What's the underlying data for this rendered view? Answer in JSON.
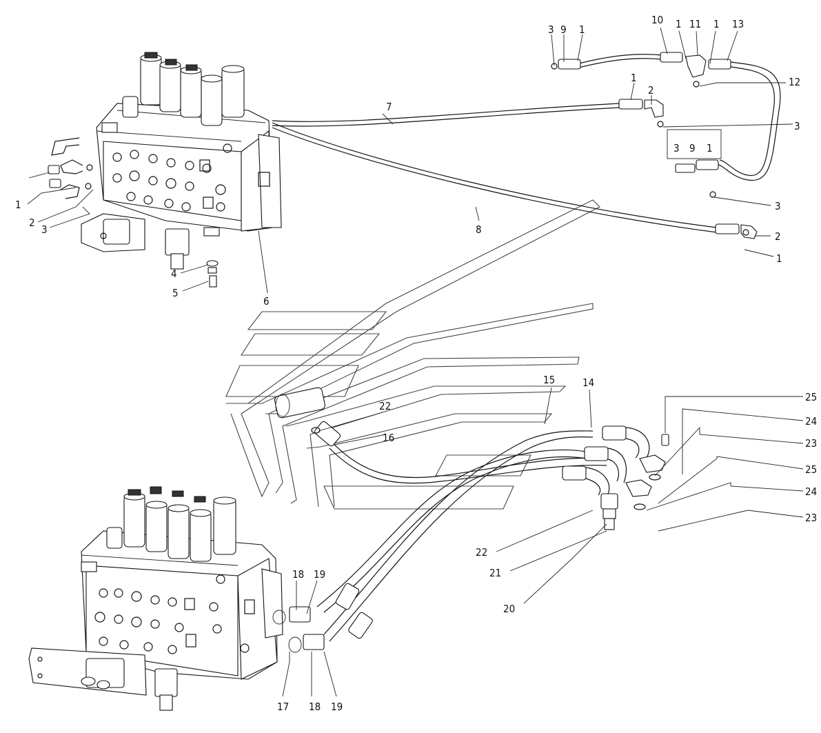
{
  "callouts_upper": {
    "c1": "1",
    "c2": "2",
    "c3": "3",
    "c4": "4",
    "c5": "5",
    "c6": "6",
    "c7": "7",
    "c8": "8",
    "c9": "9",
    "c10": "10",
    "c11": "11",
    "c12": "12",
    "c13": "13",
    "box_3": "3",
    "box_9": "9",
    "box_1": "1"
  },
  "callouts_lower": {
    "c14": "14",
    "c15": "15",
    "c16": "16",
    "c17": "17",
    "c18": "18",
    "c19": "19",
    "c20": "20",
    "c21": "21",
    "c22": "22",
    "c23": "23",
    "c24": "24",
    "c25": "25"
  }
}
